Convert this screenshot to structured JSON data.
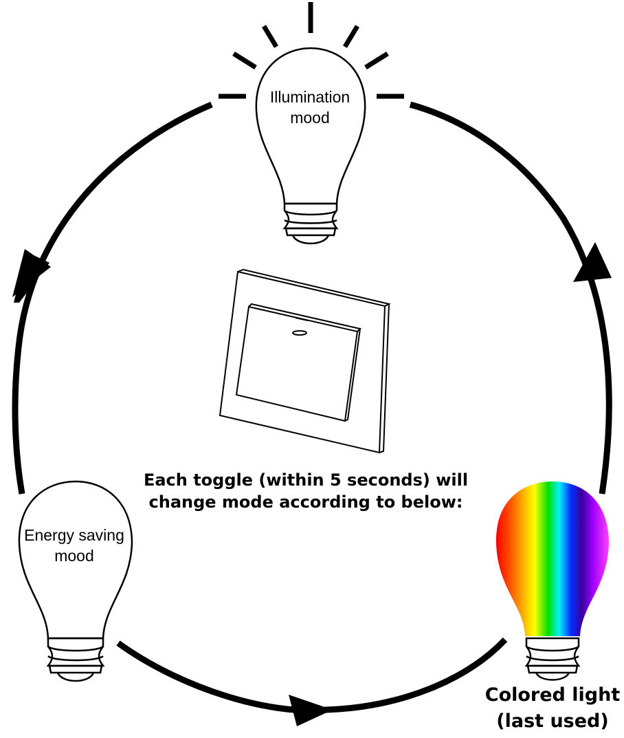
{
  "instruction": {
    "line1": "Each toggle (within 5 seconds) will",
    "line2": "change mode according to below:"
  },
  "modes": [
    {
      "line1": "Illumination",
      "line2": "mood"
    },
    {
      "line1": "Energy saving",
      "line2": "mood"
    },
    {
      "line1": "Colored light",
      "line2": "(last used)"
    }
  ],
  "colors": {
    "stroke": "#000000",
    "rainbow": [
      "#ff0000",
      "#ff9a00",
      "#ffff00",
      "#00ff00",
      "#00ffff",
      "#0040ff",
      "#4b00b0",
      "#ff00ff"
    ]
  }
}
